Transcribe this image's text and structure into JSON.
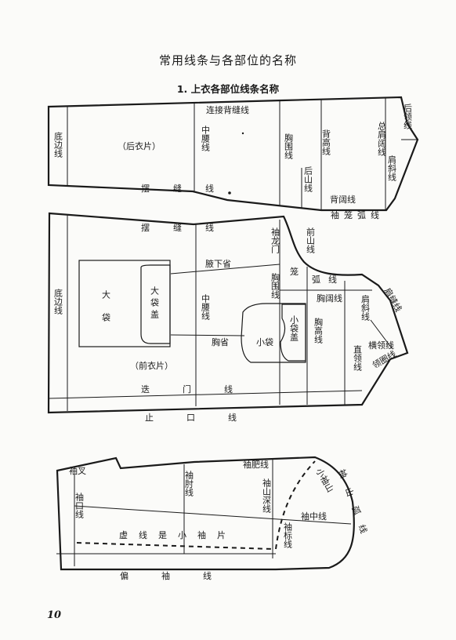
{
  "header": {
    "title": "常用线条与各部位的名称",
    "subtitle": "1. 上衣各部位线条名称"
  },
  "page_number": "10",
  "back_piece": {
    "name": "（后衣片）",
    "labels": {
      "hem": "底边线",
      "back_seam": "连接背缝线",
      "waist": "中腰线",
      "chest": "胸围线",
      "back_height": "背高线",
      "back_shoulder_width": "总肩阔线",
      "back_shoulder_slant": "肩斜线",
      "back_neck": "后领线",
      "back_armhole_height": "后山线",
      "back_width": "背阔线",
      "swing_seam": "摆缝线",
      "sleeve_arc": "袖笼弧线"
    }
  },
  "front_piece": {
    "name": "（前衣片）",
    "labels": {
      "hem": "底边线",
      "swing_seam": "摆缝线",
      "front_armhole_height": "前山线",
      "sleeve_gate": "袖龙门",
      "armhole_curve": "笼",
      "armpit_dart": "腋下省",
      "chest_line": "胸围线",
      "big_pocket": "大袋",
      "big_pocket_flap": "大袋盖",
      "waist": "中腰线",
      "chest_dart": "胸省",
      "small_pocket": "小袋",
      "small_pocket_flap": "小袋盖",
      "front_chest_width": "胸阔线",
      "front_height": "胸高线",
      "shoulder_slant": "肩斜线",
      "shoulder_seam": "肩缝线",
      "collar_line": "横领线",
      "straight_collar": "直领线",
      "collar_round": "领圈线",
      "arc": "弧线",
      "front_line": "迭门线",
      "stop_line": "止口线"
    }
  },
  "sleeve": {
    "labels": {
      "sleeve_fork": "袖叉",
      "cuff": "袖口线",
      "elbow": "袖肘线",
      "sleeve_fat": "袖肥线",
      "sleeve_depth": "袖山深线",
      "small_sleeve_top": "小袖山",
      "sleeve_top": "袖山弧线",
      "sleeve_center": "袖中线",
      "sleeve_mark": "袖标线",
      "small_sleeve_note": "虚线是小袖片",
      "sleeve_seam": "偏袖线"
    }
  }
}
